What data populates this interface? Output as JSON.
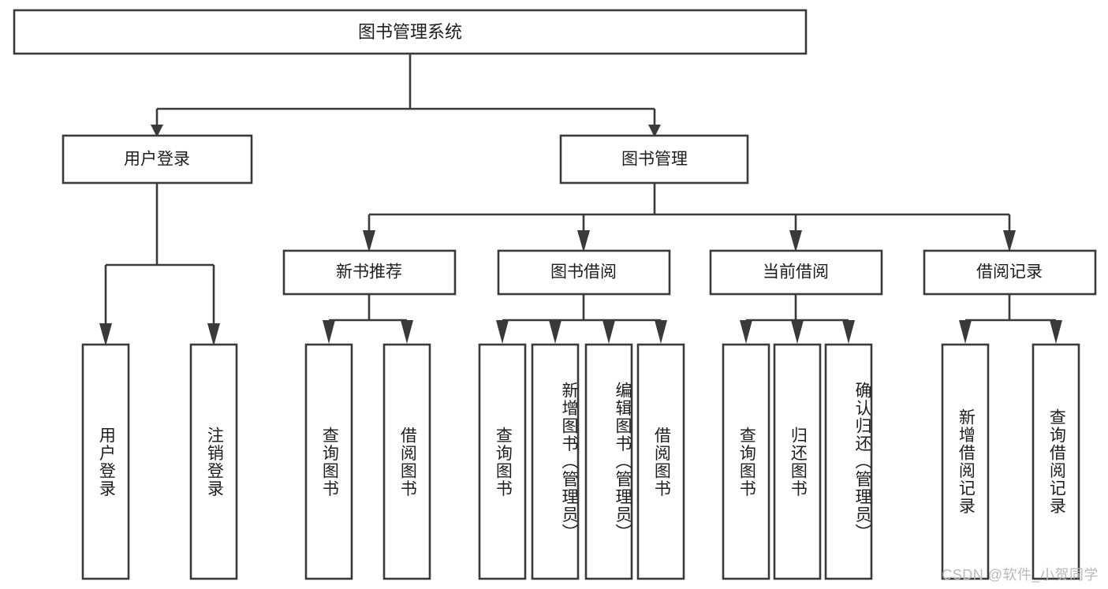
{
  "diagram": {
    "type": "tree-hierarchy",
    "title": "图书管理系统",
    "root": {
      "id": "root",
      "label": "图书管理系统",
      "orientation": "horizontal"
    },
    "level2": [
      {
        "id": "user-login",
        "label": "用户登录",
        "orientation": "horizontal"
      },
      {
        "id": "book-manage",
        "label": "图书管理",
        "orientation": "horizontal"
      }
    ],
    "level3": [
      {
        "id": "new-book-rec",
        "label": "新书推荐",
        "orientation": "horizontal",
        "parent": "book-manage"
      },
      {
        "id": "book-borrow",
        "label": "图书借阅",
        "orientation": "horizontal",
        "parent": "book-manage"
      },
      {
        "id": "current-borrow",
        "label": "当前借阅",
        "orientation": "horizontal",
        "parent": "book-manage"
      },
      {
        "id": "borrow-record",
        "label": "借阅记录",
        "orientation": "horizontal",
        "parent": "book-manage"
      }
    ],
    "leaves": [
      {
        "id": "leaf-user-login",
        "label": "用户登录",
        "orientation": "vertical",
        "parent": "user-login"
      },
      {
        "id": "leaf-user-logout",
        "label": "注销登录",
        "orientation": "vertical",
        "parent": "user-login"
      },
      {
        "id": "leaf-query-book-1",
        "label": "查询图书",
        "orientation": "vertical",
        "parent": "new-book-rec"
      },
      {
        "id": "leaf-borrow-book-1",
        "label": "借阅图书",
        "orientation": "vertical",
        "parent": "new-book-rec"
      },
      {
        "id": "leaf-query-book-2",
        "label": "查询图书",
        "orientation": "vertical",
        "parent": "book-borrow"
      },
      {
        "id": "leaf-add-book",
        "label": "新增图书（管理员）",
        "orientation": "vertical",
        "parent": "book-borrow"
      },
      {
        "id": "leaf-edit-book",
        "label": "编辑图书（管理员）",
        "orientation": "vertical",
        "parent": "book-borrow"
      },
      {
        "id": "leaf-borrow-book-2",
        "label": "借阅图书",
        "orientation": "vertical",
        "parent": "book-borrow"
      },
      {
        "id": "leaf-query-book-3",
        "label": "查询图书",
        "orientation": "vertical",
        "parent": "current-borrow"
      },
      {
        "id": "leaf-return-book",
        "label": "归还图书",
        "orientation": "vertical",
        "parent": "current-borrow"
      },
      {
        "id": "leaf-confirm-return",
        "label": "确认归还（管理员）",
        "orientation": "vertical",
        "parent": "current-borrow"
      },
      {
        "id": "leaf-add-record",
        "label": "新增借阅记录",
        "orientation": "vertical",
        "parent": "borrow-record"
      },
      {
        "id": "leaf-query-record",
        "label": "查询借阅记录",
        "orientation": "vertical",
        "parent": "borrow-record"
      }
    ]
  },
  "watermark": {
    "text": "CSDN @软件_小贺同学"
  },
  "colors": {
    "background": "#ffffff",
    "box_fill": "#ffffff",
    "box_stroke": "#3a3a3a",
    "text": "#1d1d1d",
    "watermark": "#b9b9b9"
  }
}
